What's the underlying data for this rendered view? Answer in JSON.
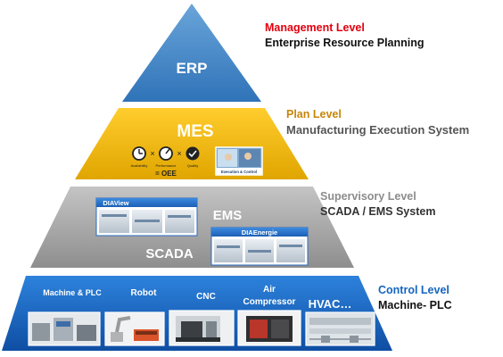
{
  "pyramid": {
    "erp": {
      "label": "ERP"
    },
    "mes": {
      "label": "MES",
      "kpi_labels": [
        "Availability",
        "Performance",
        "Quality"
      ],
      "operators": [
        "×",
        "×"
      ],
      "oee": "= OEE",
      "photo_caption": "Execution & Control"
    },
    "scada": {
      "ems_label": "EMS",
      "scada_label": "SCADA",
      "diaview_title": "DIAView",
      "diaenergie_title": "DIAEnergie"
    },
    "control": {
      "items": [
        "Machine & PLC",
        "Robot",
        "CNC",
        "Air",
        "Compressor",
        "HVAC…"
      ]
    }
  },
  "levels": [
    {
      "name": "Management Level",
      "desc": "Enterprise Resource Planning",
      "color": "#e3000f"
    },
    {
      "name": "Plan Level",
      "desc": "Manufacturing Execution System",
      "color": "#c8860a"
    },
    {
      "name": "Supervisory Level",
      "desc": "SCADA / EMS System",
      "color": "#8c8c8c"
    },
    {
      "name": "Control Level",
      "desc": "Machine- PLC",
      "color": "#1565c0"
    }
  ],
  "colors": {
    "erp": "#3f86c9",
    "mes": "#f0b400",
    "scada": "#a6a6a6",
    "control": "#1a68c4"
  }
}
